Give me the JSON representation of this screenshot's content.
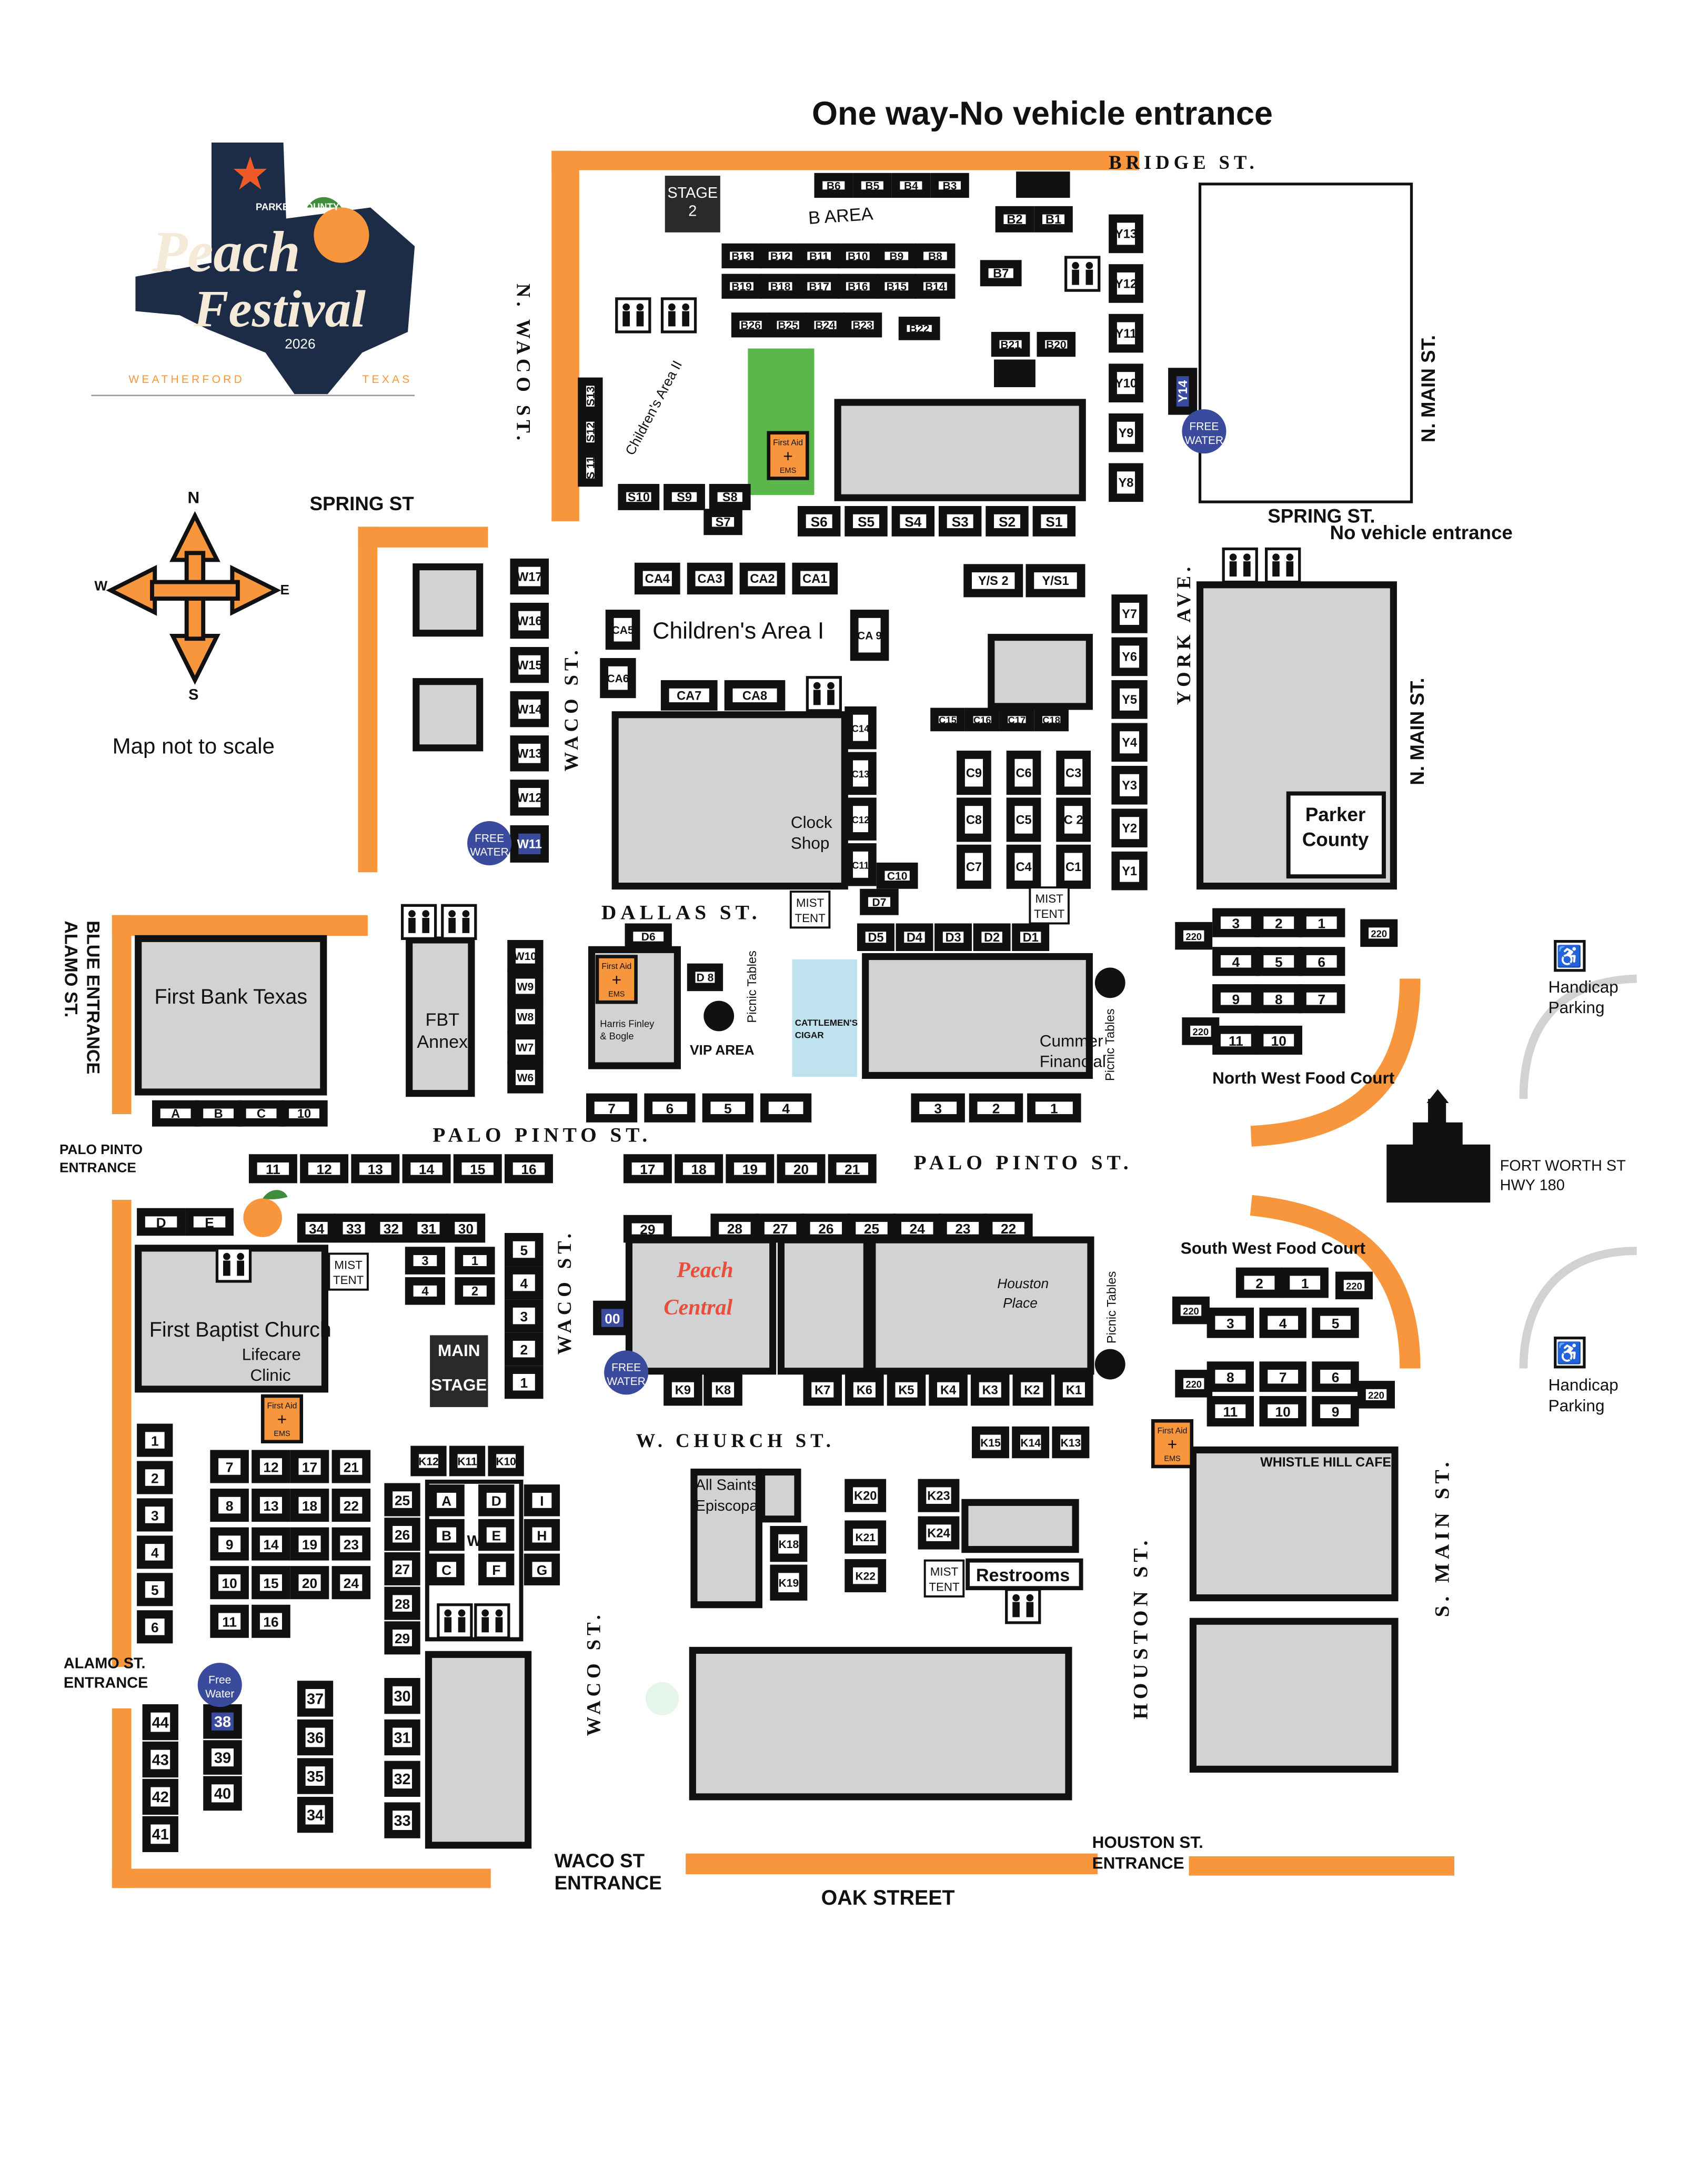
{
  "header": {
    "title": "One way-No vehicle entrance",
    "logo_county": "PARKER COUNTY",
    "logo_word1": "Peach",
    "logo_word2": "Festival",
    "logo_year": "2026",
    "logo_city": "WEATHERFORD",
    "logo_state": "TEXAS"
  },
  "compass": {
    "n": "N",
    "s": "S",
    "e": "E",
    "w": "W",
    "note": "Map not to scale"
  },
  "colors": {
    "road": "#f7963d",
    "building": "#d1d2d4",
    "water": "#3a4a9d",
    "ems": "#f7963d",
    "kids_area": "#5ab84a",
    "cigar": "#bfe3ee",
    "logo_navy": "#1c2b46"
  },
  "streets": {
    "bridge": "BRIDGE ST.",
    "n_waco": "N. WACO ST.",
    "spring_w": "SPRING ST",
    "spring_e": "SPRING  ST.",
    "no_vehicle": "No vehicle entrance",
    "n_main_top": "N. MAIN ST.",
    "n_main_mid": "N. MAIN ST.",
    "york": "YORK  AVE.",
    "waco_mid": "WACO ST.",
    "dallas": "DALLAS  ST.",
    "palo_pinto_w": "PALO  PINTO  ST.",
    "palo_pinto_e": "PALO  PINTO  ST.",
    "waco_south1": "WACO ST.",
    "w_church": "W.  CHURCH ST.",
    "waco_south2": "WACO ST.",
    "houston": "HOUSTON  ST.",
    "s_main": "S. MAIN ST.",
    "oak": "OAK STREET",
    "fort_worth_1": "FORT WORTH ST",
    "fort_worth_2": "HWY 180"
  },
  "entrances": {
    "blue_1": "BLUE ENTRANCE",
    "blue_2": "ALAMO ST.",
    "palo_1": "PALO PINTO",
    "palo_2": "ENTRANCE",
    "alamo_1": "ALAMO ST.",
    "alamo_2": "ENTRANCE",
    "waco_1": "WACO ST",
    "waco_2": "ENTRANCE",
    "houston_1": "HOUSTON ST.",
    "houston_2": "ENTRANCE"
  },
  "areas": {
    "stage2_1": "STAGE",
    "stage2_2": "2",
    "b_area": "B AREA",
    "childrens_2": "Children's Area II",
    "childrens_1": "Children's Area I",
    "clock_1": "Clock",
    "clock_2": "Shop",
    "parker_1": "Parker",
    "parker_2": "County",
    "first_bank": "First Bank Texas",
    "fbt_1": "FBT",
    "fbt_2": "Annex",
    "harris_1": "Harris Finley",
    "harris_2": "& Bogle",
    "vip": "VIP AREA",
    "picnic": "Picnic Tables",
    "cattlemens_1": "CATTLEMEN'S",
    "cattlemens_2": "CIGAR",
    "cummer_1": "Cummer",
    "cummer_2": "Financial",
    "nw_food": "North West Food Court",
    "sw_food": "South West Food Court",
    "handicap_1": "Handicap",
    "handicap_2": "Parking",
    "baptist_1": "First Baptist Church",
    "baptist_2": "Lifecare",
    "baptist_3": "Clinic",
    "main_stage_1": "MAIN",
    "main_stage_2": "STAGE",
    "peach_central_1": "Peach",
    "peach_central_2": "Central",
    "houston_place_1": "Houston",
    "houston_place_2": "Place",
    "all_saints_1": "All Saints",
    "all_saints_2": "Episcopal",
    "restrooms": "Restrooms",
    "whistle_hill": "WHISTLE HILL CAFE",
    "mist_1": "MIST",
    "mist_2": "TENT",
    "first_aid": "First Aid",
    "ems": "EMS",
    "free": "FREE",
    "water": "WATER",
    "free_lc": "Free",
    "water_lc": "Water"
  },
  "booths": {
    "b_row1": [
      "B6",
      "B5",
      "B4",
      "B3"
    ],
    "b_row2": [
      "B13",
      "B12",
      "B11",
      "B10",
      "B9",
      "B8"
    ],
    "b_row3": [
      "B19",
      "B18",
      "B17",
      "B16",
      "B15",
      "B14"
    ],
    "b_row4": [
      "B26",
      "B25",
      "B24",
      "B23"
    ],
    "b_misc": [
      "B2",
      "B1",
      "B7",
      "B22",
      "B21",
      "B20"
    ],
    "y_top": [
      "Y13",
      "Y12",
      "Y11",
      "Y10",
      "Y9",
      "Y8"
    ],
    "y14": "Y14",
    "s_left": [
      "S13",
      "S12",
      "S 11"
    ],
    "s_row": [
      "S10",
      "S9",
      "S8"
    ],
    "s7": "S7",
    "s_right": [
      "S6",
      "S5",
      "S4",
      "S3",
      "S2",
      "S1"
    ],
    "w_col": [
      "W17",
      "W16",
      "W15",
      "W14",
      "W13",
      "W12",
      "W11"
    ],
    "ca_top": [
      "CA4",
      "CA3",
      "CA2",
      "CA1"
    ],
    "ca_misc": [
      "CA5",
      "CA6",
      "CA7",
      "CA8",
      "CA 9"
    ],
    "c_right": [
      "C14",
      "C13",
      "C12",
      "C11",
      "C10"
    ],
    "ys": [
      "Y/S 2",
      "Y/S1"
    ],
    "y_mid": [
      "Y7",
      "Y6",
      "Y5",
      "Y4",
      "Y3",
      "Y2",
      "Y1"
    ],
    "c_small": [
      "C15",
      "C16",
      "C17",
      "C18"
    ],
    "c_grid": [
      "C9",
      "C6",
      "C3",
      "C8",
      "C5",
      "C 2",
      "C7",
      "C4",
      "C1"
    ],
    "d_row": [
      "D5",
      "D4",
      "D3",
      "D2",
      "D1"
    ],
    "d_misc": [
      "D6",
      "D 8",
      "D7"
    ],
    "w_low": [
      "W10",
      "W9",
      "W8",
      "W7",
      "W6"
    ],
    "ppw": [
      "7",
      "6",
      "5",
      "4"
    ],
    "ppe": [
      "3",
      "2",
      "1"
    ],
    "nwfc_1": [
      "3",
      "2",
      "1"
    ],
    "nwfc_2": [
      "4",
      "5",
      "6"
    ],
    "nwfc_3": [
      "9",
      "8",
      "7"
    ],
    "nwfc_4": [
      "11",
      "10"
    ],
    "v220": "220",
    "fbt_row": [
      "A",
      "B",
      "C",
      "10"
    ],
    "pp_row_w": [
      "11",
      "12",
      "13",
      "14",
      "15",
      "16"
    ],
    "pp_row_m": [
      "17",
      "18",
      "19",
      "20",
      "21"
    ],
    "de": [
      "D",
      "E"
    ],
    "n30s": [
      "34",
      "33",
      "32",
      "31",
      "30"
    ],
    "n29": "29",
    "n20s": [
      "28",
      "27",
      "26",
      "25",
      "24",
      "23",
      "22"
    ],
    "ms_a": [
      "3",
      "1",
      "4",
      "2"
    ],
    "waco_col": [
      "5",
      "4",
      "3",
      "2",
      "1"
    ],
    "k_row": [
      "K9",
      "K8",
      "K7",
      "K6",
      "K5",
      "K4",
      "K3",
      "K2",
      "K1"
    ],
    "k_east": [
      "K15",
      "K14",
      "K13"
    ],
    "swfc_1": [
      "2",
      "1"
    ],
    "swfc_2": [
      "3",
      "4",
      "5"
    ],
    "swfc_3": [
      "8",
      "7",
      "6"
    ],
    "swfc_4": [
      "11",
      "10",
      "9"
    ],
    "oo": "00",
    "left_col": [
      "1",
      "2",
      "3",
      "4",
      "5",
      "6"
    ],
    "grid_c1": [
      "7",
      "8",
      "9",
      "10",
      "11"
    ],
    "grid_c2": [
      "12",
      "13",
      "14",
      "15",
      "16"
    ],
    "grid_c3": [
      "17",
      "18",
      "19",
      "20"
    ],
    "grid_c4": [
      "21",
      "22",
      "23",
      "24"
    ],
    "k_ws": [
      "K12",
      "K11",
      "K10"
    ],
    "n25_29": [
      "25",
      "26",
      "27",
      "28",
      "29"
    ],
    "rest_grid": [
      "A",
      "D",
      "I",
      "B",
      "W",
      "E",
      "H",
      "C",
      "F",
      "G"
    ],
    "k_mid": [
      "K20",
      "K21",
      "K22",
      "K23",
      "K24",
      "K18",
      "K19"
    ],
    "bot_left": [
      "44",
      "43",
      "42",
      "41"
    ],
    "bot_b": [
      "38",
      "39",
      "40"
    ],
    "bot_c": [
      "37",
      "36",
      "35",
      "34"
    ],
    "bot_d": [
      "30",
      "31",
      "32",
      "33"
    ]
  }
}
